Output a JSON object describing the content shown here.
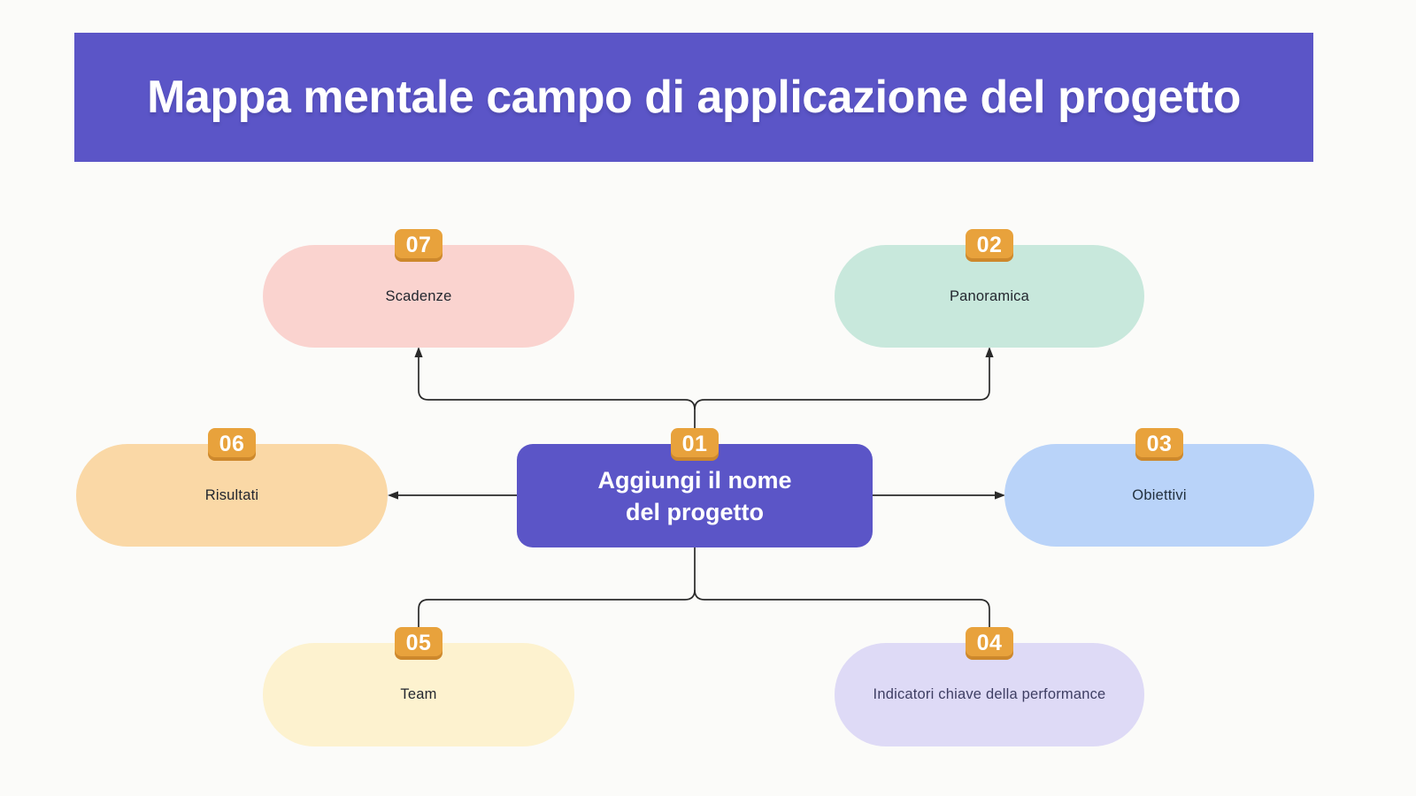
{
  "page": {
    "background": "#FBFBF9"
  },
  "banner": {
    "title": "Mappa mentale campo di applicazione del progetto",
    "bg": "#5B55C7",
    "text_color": "#FFFFFF"
  },
  "badge": {
    "bg": "#E8A23C",
    "text_color": "#FFFFFF"
  },
  "connector": {
    "color": "#2A2A2A"
  },
  "center_node": {
    "number": "01",
    "label_line1": "Aggiungi il nome",
    "label_line2": "del progetto",
    "bg": "#5B55C7",
    "text_color": "#FFFFFF"
  },
  "nodes": [
    {
      "number": "07",
      "label": "Scadenze",
      "bg": "#FAD3CF",
      "text_color": "#23272F"
    },
    {
      "number": "02",
      "label": "Panoramica",
      "bg": "#C8E8DC",
      "text_color": "#23272F"
    },
    {
      "number": "06",
      "label": "Risultati",
      "bg": "#FAD8A6",
      "text_color": "#23272F"
    },
    {
      "number": "03",
      "label": "Obiettivi",
      "bg": "#B9D3F9",
      "text_color": "#23313F"
    },
    {
      "number": "05",
      "label": "Team",
      "bg": "#FDF2CF",
      "text_color": "#23272F"
    },
    {
      "number": "04",
      "label": "Indicatori chiave della performance",
      "bg": "#DEDAF6",
      "text_color": "#3E3E63"
    }
  ]
}
